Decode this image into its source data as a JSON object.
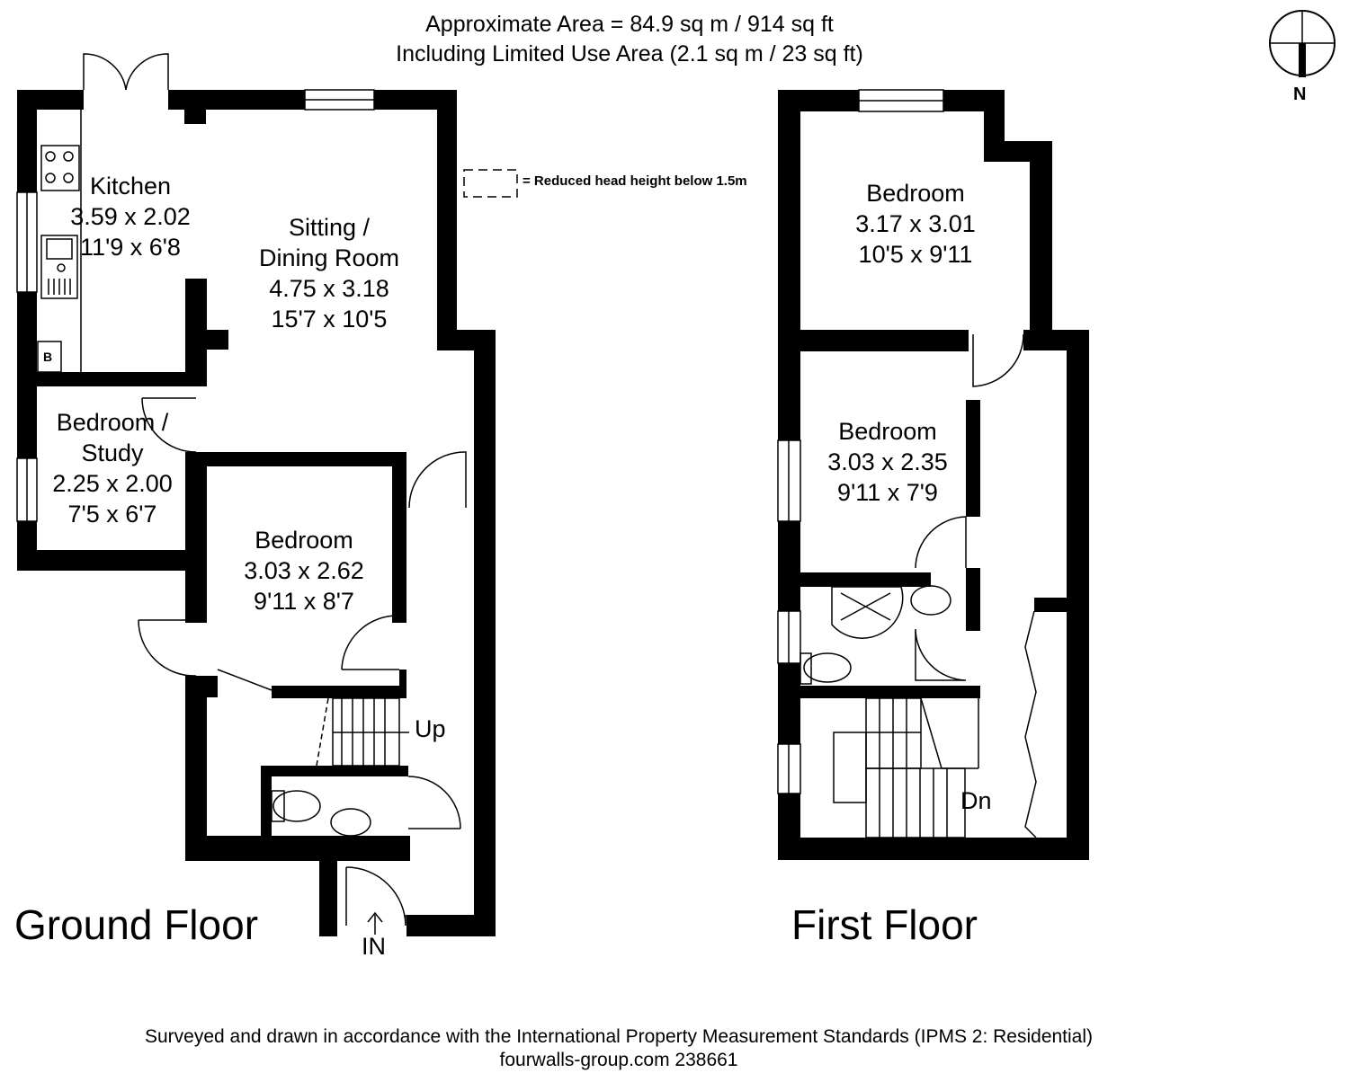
{
  "header": {
    "area_line": "Approximate  Area = 84.9 sq m / 914 sq ft",
    "limited_line": "Including Limited Use Area (2.1 sq m / 23 sq ft)"
  },
  "compass": {
    "label": "N"
  },
  "legend": {
    "text": "= Reduced head height below 1.5m"
  },
  "ground_floor": {
    "label": "Ground Floor",
    "rooms": [
      {
        "name": "Kitchen",
        "metric": "3.59 x 2.02",
        "imperial": "11'9 x 6'8"
      },
      {
        "name": "Sitting /",
        "name2": "Dining Room",
        "metric": "4.75 x 3.18",
        "imperial": "15'7 x 10'5"
      },
      {
        "name": "Bedroom /",
        "name2": "Study",
        "metric": "2.25 x 2.00",
        "imperial": "7'5 x 6'7"
      },
      {
        "name": "Bedroom",
        "metric": "3.03 x 2.62",
        "imperial": "9'11 x 8'7"
      }
    ],
    "stairs_label": "Up",
    "entrance_label": "IN",
    "boiler_label": "B"
  },
  "first_floor": {
    "label": "First Floor",
    "rooms": [
      {
        "name": "Bedroom",
        "metric": "3.17 x 3.01",
        "imperial": "10'5 x 9'11"
      },
      {
        "name": "Bedroom",
        "metric": "3.03 x 2.35",
        "imperial": "9'11 x 7'9"
      }
    ],
    "stairs_label": "Dn"
  },
  "footer": {
    "standards": "Surveyed and drawn in accordance with the International Property Measurement Standards (IPMS 2: Residential)",
    "reference": "fourwalls-group.com 238661"
  },
  "colors": {
    "wall": "#000000",
    "background": "#ffffff"
  }
}
